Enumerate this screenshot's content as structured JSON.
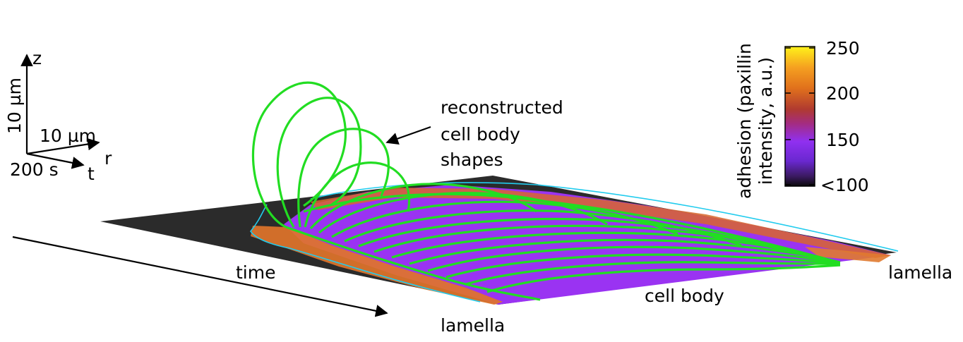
{
  "axes": {
    "z_label": "z",
    "r_label": "r",
    "t_label": "t",
    "z_scale": "10 µm",
    "r_scale": "10 µm",
    "t_scale": "200 s"
  },
  "annotation": {
    "line1": "reconstructed",
    "line2": "cell body",
    "line3": "shapes"
  },
  "time_label": "time",
  "region_labels": {
    "lamella_front": "lamella",
    "cell_body": "cell body",
    "lamella_right": "lamella"
  },
  "colorbar": {
    "title_line1": "adhesion (paxillin",
    "title_line2": "intensity, a.u.)",
    "ticks": [
      "250",
      "200",
      "150",
      "<100"
    ],
    "tick_values": [
      250,
      200,
      150,
      100
    ],
    "colors": [
      "#ffef1a",
      "#f0901c",
      "#c8401a",
      "#a22a6a",
      "#8a2af0",
      "#6a28d8",
      "#3a1a5a",
      "#111111"
    ]
  },
  "colors": {
    "shape_outline": "#22dd22",
    "boundary_line": "#22ccee",
    "background_plane": "#2a2a2a",
    "adhesion_low": "#9b30ff",
    "adhesion_high": "#e8701c"
  }
}
